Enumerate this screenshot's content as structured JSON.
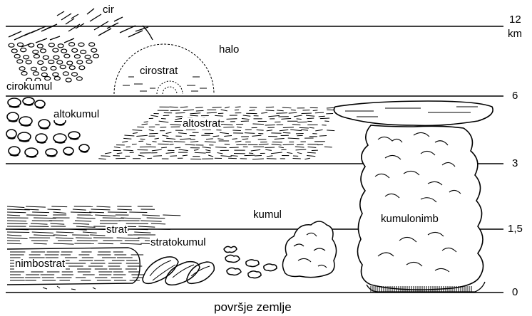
{
  "diagram": {
    "ground_label": "površje zemlje",
    "altitude_unit": "km",
    "altitude_marks": [
      "12",
      "6",
      "3",
      "1,5",
      "0"
    ],
    "clouds": {
      "cir": "cir",
      "halo": "halo",
      "cirostrat": "cirostrat",
      "cirokumul": "cirokumul",
      "altokumul": "altokumul",
      "altostrat": "altostrat",
      "strat": "strat",
      "stratokumul": "stratokumul",
      "kumul": "kumul",
      "kumulonimb": "kumulonimb",
      "nimbostrat": "nimbostrat"
    }
  }
}
